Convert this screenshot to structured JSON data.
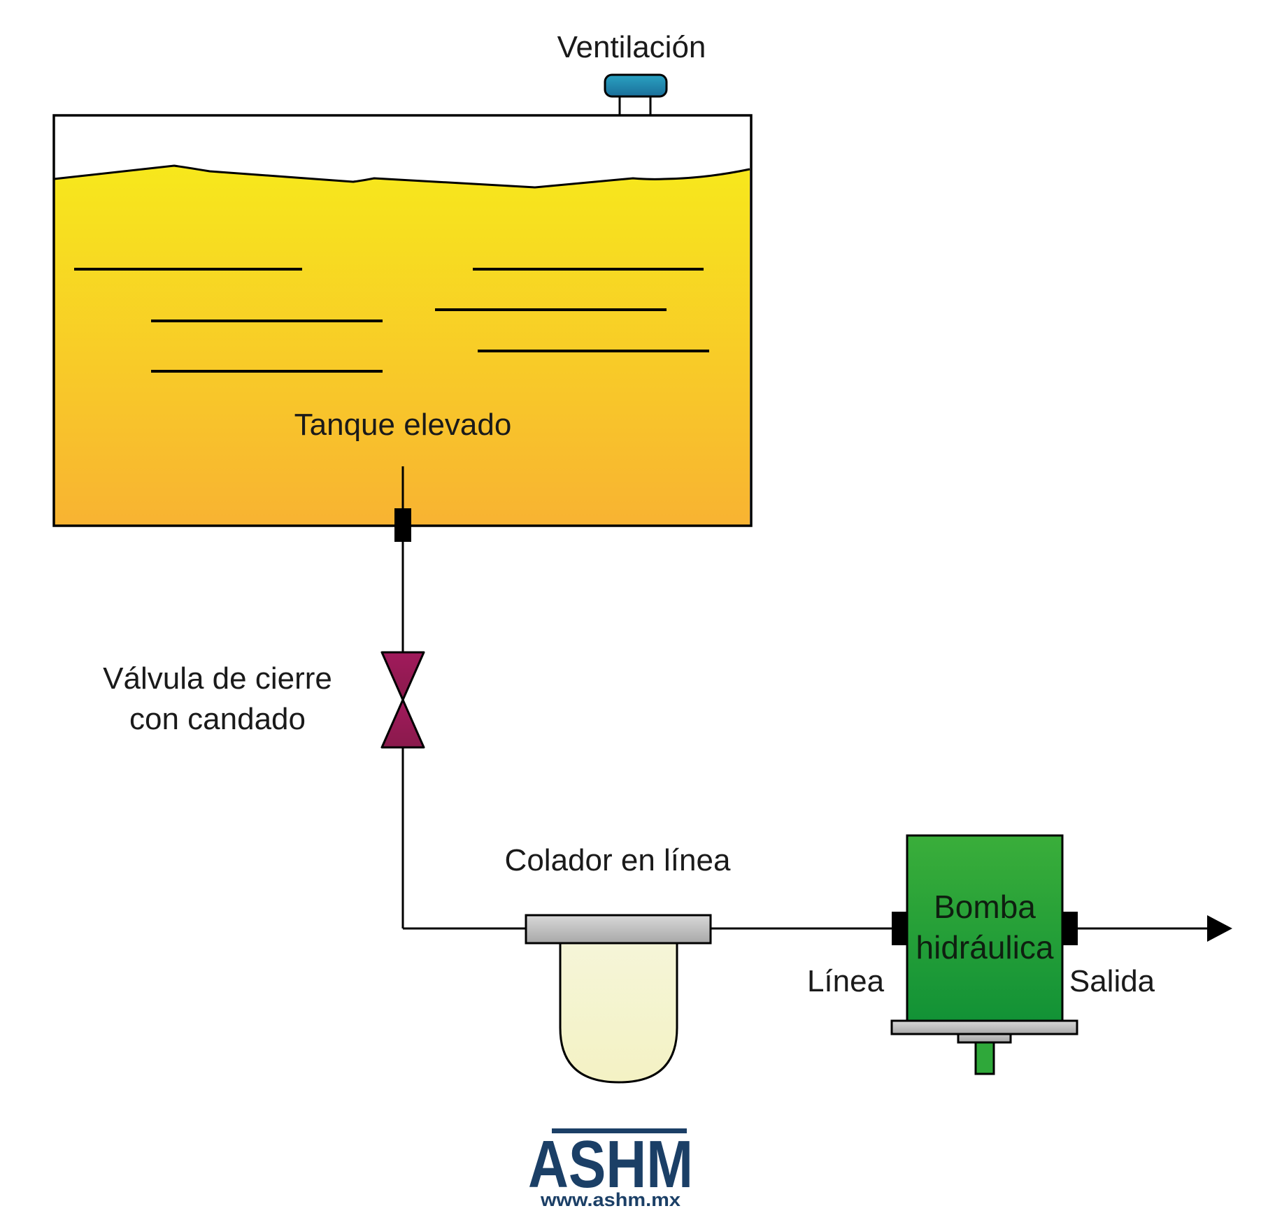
{
  "labels": {
    "vent": "Ventilación",
    "tank": "Tanque elevado",
    "valve_line1": "Válvula de cierre",
    "valve_line2": "con candado",
    "strainer": "Colador en línea",
    "pump_line1": "Bomba",
    "pump_line2": "hidráulica",
    "inlet": "Línea",
    "outlet": "Salida"
  },
  "logo": {
    "name": "ASHM",
    "url": "www.ashm.mx"
  },
  "colors": {
    "liquid_top": "#f7e81c",
    "liquid_bottom": "#f8b332",
    "vent_cap": "#1f8fb3",
    "valve": "#9c1a58",
    "strainer_bowl": "#f6f5d2",
    "strainer_head": "#b8b8b8",
    "pump_top": "#3aae3a",
    "pump_bottom": "#129236",
    "logo": "#1b3f66",
    "line": "#000000"
  }
}
